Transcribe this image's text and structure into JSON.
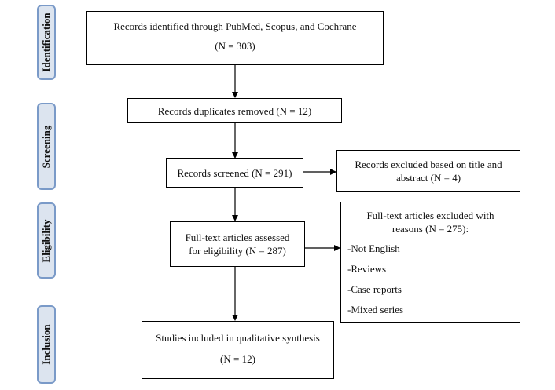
{
  "phases": [
    {
      "key": "identification",
      "label": "Identification"
    },
    {
      "key": "screening",
      "label": "Screening"
    },
    {
      "key": "eligibility",
      "label": "Eligibility"
    },
    {
      "key": "inclusion",
      "label": "Inclusion"
    }
  ],
  "boxes": {
    "identified": {
      "line1": "Records identified through PubMed, Scopus, and Cochrane",
      "line2": "(N = 303)"
    },
    "duplicates": {
      "line1": "Records duplicates removed (N = 12)"
    },
    "screened": {
      "line1": "Records screened (N = 291)"
    },
    "excluded_title": {
      "line1": "Records excluded based on title and",
      "line2": "abstract (N = 4)"
    },
    "fulltext": {
      "line1": "Full-text articles assessed",
      "line2": "for eligibility (N = 287)"
    },
    "fulltext_excluded": {
      "line1": "Full-text articles excluded with",
      "line2": "reasons (N = 275):",
      "reasons": [
        "-Not English",
        "-Reviews",
        "-Case reports",
        "-Mixed series"
      ]
    },
    "included": {
      "line1": "Studies included in qualitative synthesis",
      "line2": "(N = 12)"
    }
  }
}
